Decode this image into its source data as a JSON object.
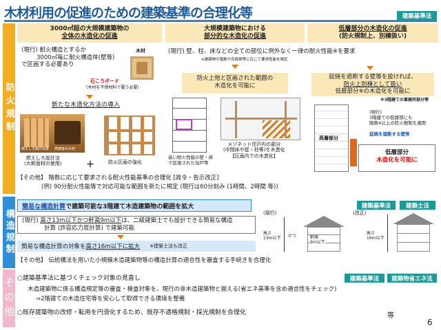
{
  "title": "木材利用の促進のための建築基準の合理化等",
  "page_number": "6",
  "colors": {
    "accent_blue": "#3d7fc1",
    "fire_orange": "#f2ad22",
    "struct_blue": "#2e8fd6",
    "other_pink": "#f2b6cd",
    "law_tag_teal": "#1a9a98"
  },
  "tags": {
    "fire_law": "建築基準法",
    "struct_law": "建築基準法",
    "struct_architect": "建築士法",
    "other_law": "建築基準法",
    "other_energy": "建築物省エネ法"
  },
  "side_labels": {
    "fire": "防火規制",
    "struct": "構造規制",
    "other": "その他"
  },
  "fire": {
    "col1": {
      "header_l1": "3000㎡超の大規模建築物の",
      "header_l2": "全体の木造化の促進",
      "current_l1": "(現行) 耐火構造とするか",
      "current_l2": "3000㎡毎に耐火構造体(壁等)",
      "current_l3": "で区画する必要あり",
      "wood_label": "木材",
      "gypsum_label": "石こうボード",
      "gypsum_note": "(木材を不燃材料で覆う必要)",
      "new_method": "新たな木造化方法の導入",
      "img1_caption_a": "燃えしろ層の効果",
      "img1_caption_b": "燃焼後の木材",
      "burn_design_l1": "燃えしろ設計法",
      "burn_design_l2": "(大断面材の使用)",
      "plus": "＋",
      "fire_zone": "防火区画の強化"
    },
    "col2": {
      "header_l1": "大規模建築物における",
      "header_l2": "部分的な木造化の促進",
      "current": "(現行) 壁、柱、床などの全ての部位に例外なく一律の耐火性能※を要求",
      "note": "※建築物の階数や床面積等に応じて要求性能を規定",
      "highlight_l1": "防火上他と区画された範囲の",
      "highlight_l2": "木造化を可能に",
      "caption_l1": "高い耐火性能の壁・床",
      "caption_l2": "で区画された住戸等",
      "maisonette_l1": "メゾネット住戸内の部分",
      "maisonette_l2": "(中間床や壁・柱等)を木造化",
      "maisonette_l3": "【区画内での木造化】"
    },
    "col3": {
      "header_l1": "低層部分の木造化の促進",
      "header_l2": "(防火規制上、別棟扱い)",
      "desc_l1": "延焼を遮断する壁等を設ければ、",
      "desc_l2": "防火上別棟として扱い",
      "desc_l3": "低層部分※の木造化を可能に",
      "desc_note": "※3階建ての事務所部分等",
      "high_part": "高層部分",
      "current_l1": "(現行)",
      "current_l2": "3階建ての低層部にも",
      "current_l3": "階数4以上の防火規制を適用",
      "wall_label": "延焼を遮断する壁等",
      "low_part": "低層部分",
      "low_part_note": "木造化を可能に"
    },
    "other_l1": "【その他】 階数に応じて要求される耐火性能基準の合理化 [政令・告示改正]",
    "other_l2": "(例) 90分耐火性能等で対応可能な範囲を新たに規定 (現行は60分刻み (1時間、2時間 等))"
  },
  "struct": {
    "header_a": "簡易な構造計算",
    "header_b": "で建築可能な",
    "header_c": "3階建て木造建築物の範囲を拡大",
    "current_l1_a": "(現行) ",
    "current_l1_b": "高さ13m以下かつ軒高9m以下",
    "current_l1_c": "は、二級建築士でも設計できる簡易な構造",
    "current_l2": "計算 (許容応力度計算) で建築可能",
    "expand_a": "簡易な構造計算の対象を",
    "expand_b": "高さ16m以下に拡大",
    "expand_note": "※建築士法も改正",
    "fig_current": "(現行)",
    "fig_revised": "(改正)",
    "height_label": "高さ",
    "height_current": "13m以下",
    "eave_label": "軒高",
    "eave_current": "9m以下",
    "height_revised": "16m以下",
    "eaves_label": "かつ",
    "other": "【その他】 伝統構法を用いた小規模木造建築物等の構造計算の適合性を審査する手続きを合理化"
  },
  "other": {
    "item1": "○建築基準法に基づくチェック対象の見直し",
    "item1_detail_l1": "木造建築物に係る構造規定等の審査・検査対象を、現行の非木造建築物と揃える(省エネ基準を含め適合性をチェック)",
    "item1_detail_l2": "⇒2階建ての木造住宅等を安心して取得できる環境を整備",
    "item2": "○既存建築物の改修・転用を円滑化するため、既存不適格規制・採光規制を合理化",
    "etc": "等"
  }
}
